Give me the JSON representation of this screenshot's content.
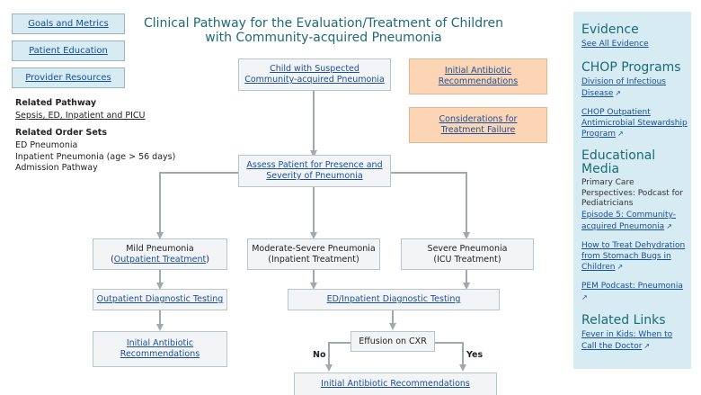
{
  "nav": {
    "goals": "Goals and Metrics",
    "education": "Patient Education",
    "provider": "Provider Resources"
  },
  "related_pathway": {
    "heading": "Related Pathway",
    "link": "Sepsis, ED, Inpatient and PICU"
  },
  "order_sets": {
    "heading": "Related Order Sets",
    "items": [
      "ED Pneumonia",
      "Inpatient Pneumonia (age > 56 days)",
      "Admission Pathway"
    ]
  },
  "title": {
    "line1": "Clinical Pathway for the Evaluation/Treatment of Children",
    "line2": "with Community-acquired Pneumonia"
  },
  "flow": {
    "start_l1": "Child with Suspected",
    "start_l2": "Community-acquired Pneumonia",
    "abx_l1": "Initial Antibiotic",
    "abx_l2": "Recommendations",
    "fail_l1": "Considerations for",
    "fail_l2": "Treatment Failure",
    "assess_l1": "Assess Patient for Presence and",
    "assess_l2": "Severity of Pneumonia",
    "mild_l1": "Mild Pneumonia",
    "mild_open": "(",
    "mild_link": "Outpatient Treatment",
    "mild_close": ")",
    "modsev_l1": "Moderate-Severe Pneumonia",
    "modsev_l2": "(Inpatient Treatment)",
    "severe_l1": "Severe Pneumonia",
    "severe_l2": "(ICU Treatment)",
    "outpt_testing": "Outpatient Diagnostic Testing",
    "inpt_testing": "ED/Inpatient Diagnostic Testing",
    "outpt_abx_l1": "Initial Antibiotic",
    "outpt_abx_l2": "Recommendations",
    "effusion": "Effusion on CXR",
    "no": "No",
    "yes": "Yes",
    "inpt_abx": "Initial Antibiotic Recommendations"
  },
  "panel": {
    "evidence": "Evidence",
    "see_all": "See All Evidence",
    "chop": "CHOP Programs",
    "infectious": "Division of Infectious Disease",
    "stewardship": "CHOP Outpatient Antimicrobial Stewardship Program",
    "edu_media": "Educational Media",
    "podcast_desc": "Primary Care Perspectives: Podcast for Pediatricians",
    "episode": "Episode 5: Community-acquired Pneumonia",
    "dehydration": "How to Treat Dehydration from Stomach Bugs in Children",
    "pem": "PEM Podcast: Pneumonia",
    "related": "Related Links",
    "fever": "Fever in Kids: When to Call the Doctor"
  },
  "icons": {
    "external": "external-link-icon"
  },
  "colors": {
    "title": "#1d6a77",
    "link": "#1a4f9c",
    "nav_bg": "#d6ebf2",
    "box_bg": "#f2f4f6",
    "orange_bg": "#fcd6b4",
    "panel_bg": "#d6ebf2"
  }
}
